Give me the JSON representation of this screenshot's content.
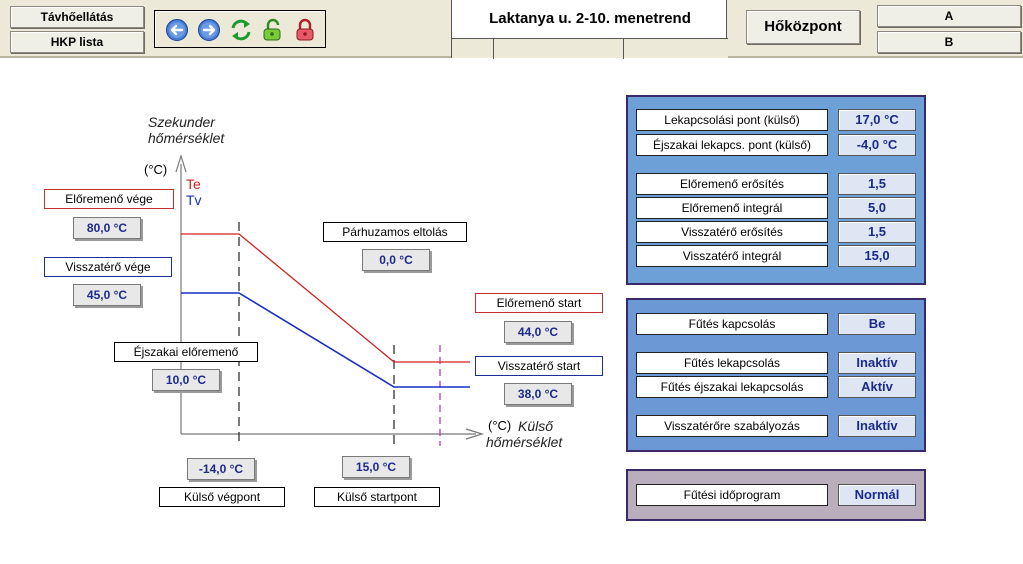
{
  "nav": {
    "tavho": "Távhőellátás",
    "hkp": "HKP lista",
    "hokozpont": "Hőközpont",
    "a": "A",
    "b": "B"
  },
  "title": "Laktanya u. 2-10. menetrend",
  "toolbar": [
    "back-icon",
    "forward-icon",
    "refresh-icon",
    "unlock-icon",
    "lock-icon"
  ],
  "colors": {
    "supply": "#d02020",
    "return": "#1a2fc0",
    "marker": "#c020c0"
  },
  "diagram": {
    "y_axis_label": "Szekunder\nhőmérséklet",
    "y_unit": "(°C)",
    "legend_te": "Te",
    "legend_tv": "Tv",
    "x_axis_unit": "(°C)",
    "x_axis_label": "Külső\nhőmérséklet",
    "eloremeno_vege_label": "Előremenő vége",
    "eloremeno_vege_value": "80,0 °C",
    "visszatero_vege_label": "Visszatérő vége",
    "visszatero_vege_value": "45,0 °C",
    "parhuzamos_label": "Párhuzamos eltolás",
    "parhuzamos_value": "0,0 °C",
    "ejszakai_label": "Éjszakai előremenő",
    "ejszakai_value": "10,0 °C",
    "eloremeno_start_label": "Előremenő start",
    "eloremeno_start_value": "44,0 °C",
    "visszatero_start_label": "Visszatérő start",
    "visszatero_start_value": "38,0 °C",
    "kulso_vegpont_value": "-14,0 °C",
    "kulso_vegpont_label": "Külső végpont",
    "kulso_startpont_value": "15,0 °C",
    "kulso_startpont_label": "Külső startpont"
  },
  "panel1": [
    {
      "label": "Lekapcsolási pont (külső)",
      "value": "17,0 °C"
    },
    {
      "label": "Éjszakai lekapcs. pont (külső)",
      "value": "-4,0 °C"
    },
    {
      "label": "Előremenő erősítés",
      "value": "1,5"
    },
    {
      "label": "Előremenő integrál",
      "value": "5,0"
    },
    {
      "label": "Visszatérő erősítés",
      "value": "1,5"
    },
    {
      "label": "Visszatérő integrál",
      "value": "15,0"
    }
  ],
  "panel2": [
    {
      "label": "Fűtés kapcsolás",
      "value": "Be"
    },
    {
      "label": "Fűtés lekapcsolás",
      "value": "Inaktív"
    },
    {
      "label": "Fűtés éjszakai lekapcsolás",
      "value": "Aktív"
    },
    {
      "label": "Visszatérőre szabályozás",
      "value": "Inaktív"
    }
  ],
  "panel3": [
    {
      "label": "Fűtési időprogram",
      "value": "Normál"
    }
  ]
}
